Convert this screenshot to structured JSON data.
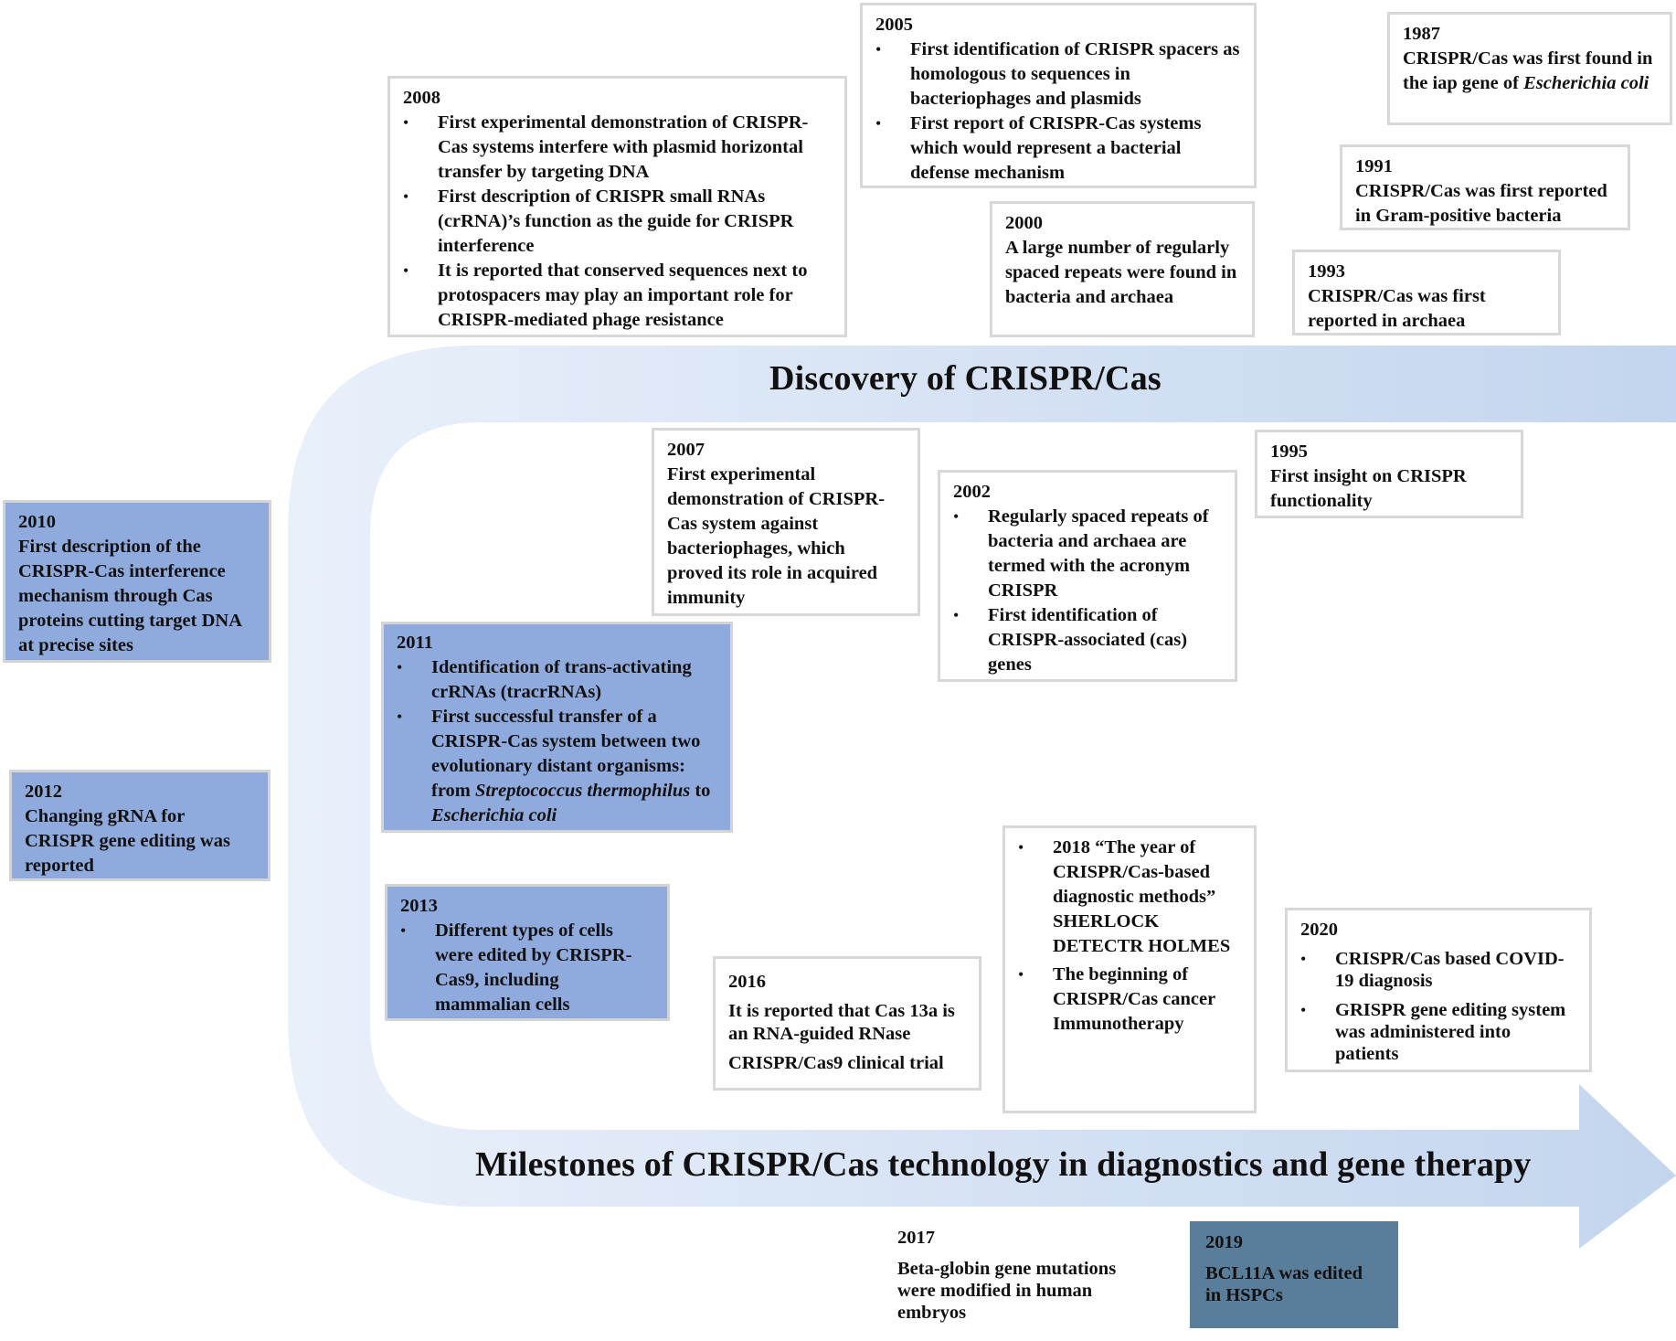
{
  "colors": {
    "arrow": "#c5d6ee",
    "blue_box": "#8faadc",
    "dark_box": "#5a7d9a",
    "border": "#d8d8d8"
  },
  "banners": {
    "discovery": "Discovery of CRISPR/Cas",
    "milestones": "Milestones of CRISPR/Cas technology in diagnostics and gene therapy"
  },
  "events": {
    "e1987": {
      "year": "1987",
      "text": "CRISPR/Cas was first found in the iap gene of ",
      "italic": "Escherichia coli"
    },
    "e1991": {
      "year": "1991",
      "text": "CRISPR/Cas was first reported in Gram-positive bacteria"
    },
    "e1993": {
      "year": "1993",
      "text": "CRISPR/Cas was first reported in archaea"
    },
    "e1995": {
      "year": "1995",
      "text": "First insight on CRISPR functionality"
    },
    "e2000": {
      "year": "2000",
      "text": "A large number of regularly spaced repeats were found in bacteria and archaea"
    },
    "e2002": {
      "year": "2002",
      "items": [
        "Regularly spaced repeats of bacteria and archaea are termed with the acronym CRISPR",
        "First identification of CRISPR-associated (cas) genes"
      ]
    },
    "e2005": {
      "year": "2005",
      "items": [
        "First identification of CRISPR spacers as homologous to sequences in bacteriophages and plasmids",
        "First report of CRISPR-Cas systems which would represent a bacterial defense mechanism"
      ]
    },
    "e2007": {
      "year": "2007",
      "text": "First experimental demonstration of CRISPR-Cas system against bacteriophages, which proved its role in acquired immunity"
    },
    "e2008": {
      "year": "2008",
      "items": [
        "First experimental demonstration of CRISPR-Cas systems interfere with plasmid horizontal transfer by targeting DNA",
        "First description of CRISPR small RNAs (crRNA)’s function as the guide for CRISPR interference",
        "It is reported that conserved sequences next to protospacers may play an important role for CRISPR-mediated phage resistance"
      ]
    },
    "e2010": {
      "year": "2010",
      "text": "First description of the CRISPR-Cas interference mechanism through Cas proteins cutting target DNA at precise sites"
    },
    "e2011": {
      "year": "2011",
      "item1": "Identification of trans-activating crRNAs (tracrRNAs)",
      "item2_a": "First successful transfer of a CRISPR-Cas system between two evolutionary distant organisms: from ",
      "item2_i1": "Streptococcus thermophilus",
      "item2_b": " to ",
      "item2_i2": "Escherichia coli"
    },
    "e2012": {
      "year": "2012",
      "text": "Changing gRNA for CRISPR gene editing was reported"
    },
    "e2013": {
      "year": "2013",
      "items": [
        "Different types of cells were edited by CRISPR-Cas9, including mammalian cells"
      ]
    },
    "e2016": {
      "year": "2016",
      "line1": "It is reported that Cas 13a is an RNA-guided RNase",
      "line2": "CRISPR/Cas9 clinical trial"
    },
    "e2017": {
      "year": "2017",
      "text": "Beta-globin gene mutations were modified in human embryos"
    },
    "e2018": {
      "items": [
        "2018 “The year of CRISPR/Cas-based diagnostic methods” SHERLOCK DETECTR HOLMES",
        "The beginning of CRISPR/Cas cancer Immunotherapy"
      ]
    },
    "e2019": {
      "year": "2019",
      "text": "BCL11A was edited in HSPCs"
    },
    "e2020": {
      "year": "2020",
      "items": [
        "CRISPR/Cas based COVID-19 diagnosis",
        "GRISPR gene editing system was administered into patients"
      ]
    }
  }
}
